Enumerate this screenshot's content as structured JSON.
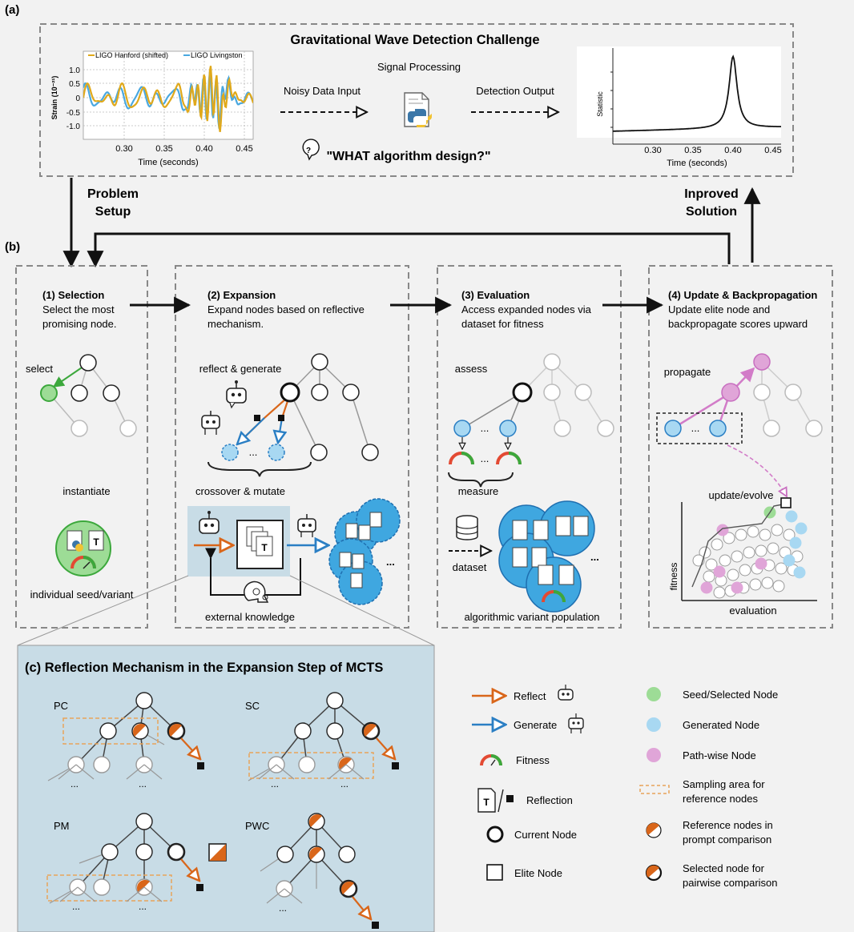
{
  "panel_a": {
    "label": "(a)",
    "title": "Gravitational Wave Detection Challenge",
    "legend_hanford": "LIGO Hanford (shifted)",
    "legend_livingston": "LIGO Livingston",
    "left_ylabel": "Strain (10⁻²¹)",
    "left_yticks": [
      "1.0",
      "0.5",
      "0",
      "-0.5",
      "-1.0"
    ],
    "xticks": [
      "0.30",
      "0.35",
      "0.40",
      "0.45"
    ],
    "xlabel": "Time (seconds)",
    "signal_processing": "Signal Processing",
    "noisy_input": "Noisy Data Input",
    "detection_output": "Detection Output",
    "question": "\"WHAT algorithm design?\"",
    "right_ylabel": "Statistic",
    "colors": {
      "hanford": "#e0a91b",
      "livingston": "#4aa8e0"
    }
  },
  "flow": {
    "problem_setup_1": "Problem",
    "problem_setup_2": "Setup",
    "improved_1": "Inproved",
    "improved_2": "Solution"
  },
  "panel_b": {
    "label": "(b)",
    "selection": {
      "title": "(1) Selection",
      "desc1": "Select the most",
      "desc2": "promising node.",
      "select": "select",
      "instantiate": "instantiate",
      "seed": "individual seed/variant"
    },
    "expansion": {
      "title": "(2) Expansion",
      "desc1": "Expand nodes based on reflective",
      "desc2": "mechanism.",
      "reflect_generate": "reflect & generate",
      "crossover": "crossover & mutate",
      "ellipsis": "...",
      "external": "external knowledge"
    },
    "evaluation": {
      "title": "(3) Evaluation",
      "desc1": "Access expanded nodes via",
      "desc2": "dataset for fitness",
      "assess": "assess",
      "measure": "measure",
      "dataset": "dataset",
      "population": "algorithmic variant population",
      "ellipsis": "..."
    },
    "update": {
      "title": "(4) Update & Backpropagation",
      "desc1": "Update elite node and",
      "desc2": "backpropagate scores upward",
      "propagate": "propagate",
      "update_evolve": "update/evolve",
      "fitness": "fitness",
      "evaluation": "evaluation",
      "ellipsis": "..."
    }
  },
  "panel_c": {
    "title": "(c) Reflection Mechanism in the Expansion Step of MCTS",
    "pc": "PC",
    "sc": "SC",
    "pm": "PM",
    "pwc": "PWC",
    "ellipsis": "..."
  },
  "legend": {
    "reflect": "Reflect",
    "generate": "Generate",
    "fitness": "Fitness",
    "reflection": "Reflection",
    "current": "Current Node",
    "elite": "Elite Node",
    "seed_selected": "Seed/Selected Node",
    "generated": "Generated Node",
    "pathwise": "Path-wise Node",
    "sampling_1": "Sampling area for",
    "sampling_2": "reference nodes",
    "refnodes_1": "Reference nodes in",
    "refnodes_2": "prompt comparison",
    "selnode_1": "Selected node for",
    "selnode_2": "pairwise comparison",
    "colors": {
      "seed": "#9ddc96",
      "generated": "#a8d8f2",
      "pathwise": "#e0a5d8",
      "orange": "#d9661a",
      "blue": "#2b7fc4",
      "panel_c_bg": "#c8dce6"
    }
  }
}
